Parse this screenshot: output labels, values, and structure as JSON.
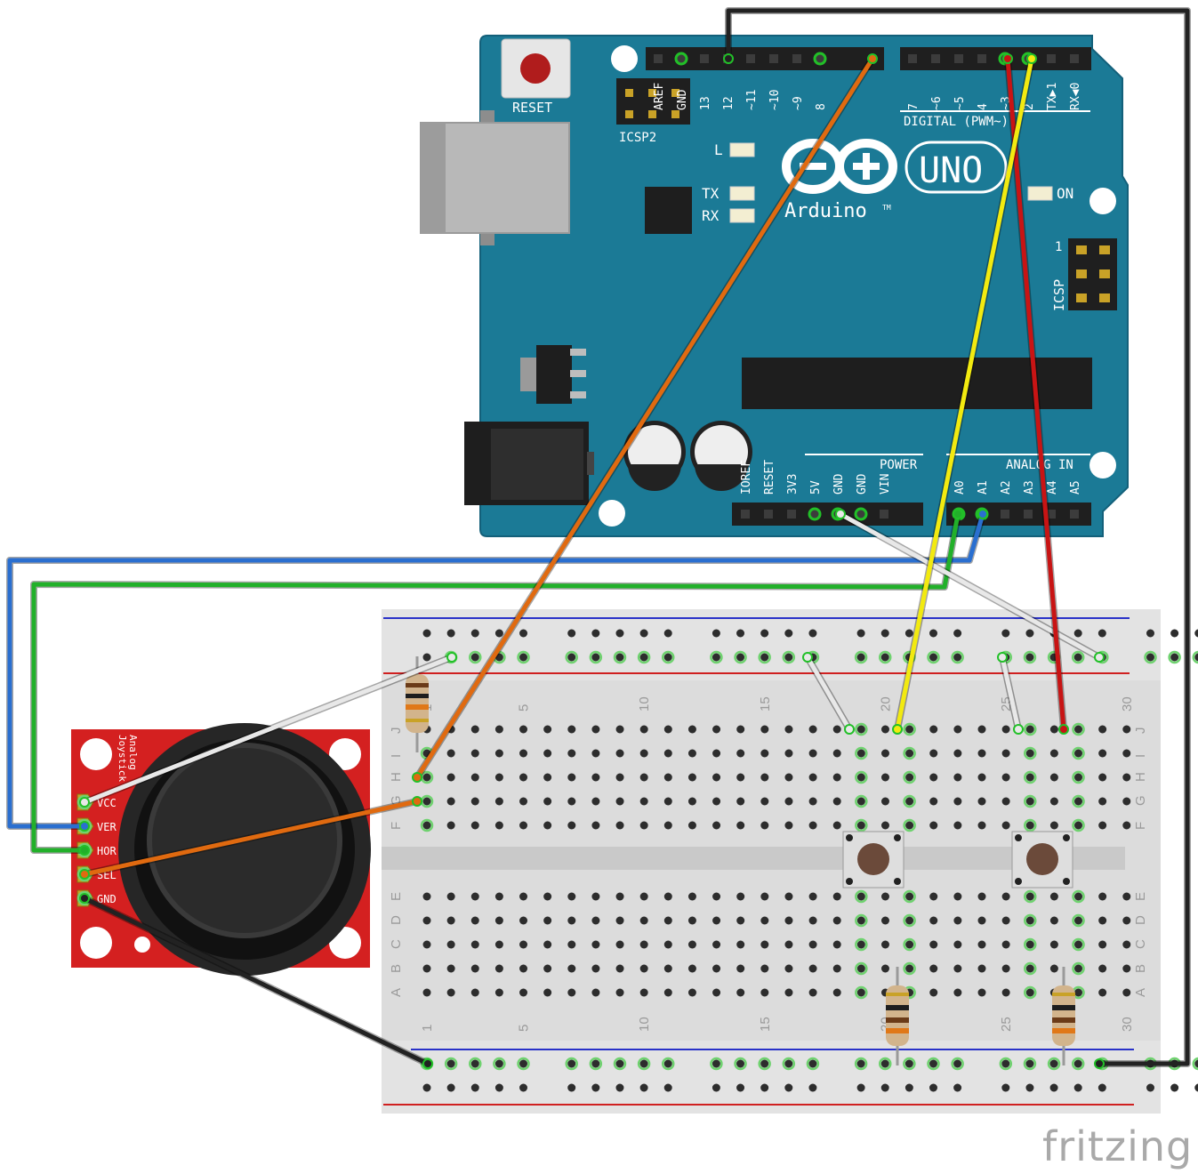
{
  "arduino": {
    "reset_label": "RESET",
    "icsp2_label": "ICSP2",
    "icsp_label": "ICSP",
    "icsp_pin1": "1",
    "brand": "Arduino",
    "tm": "TM",
    "model": "UNO",
    "led_l": "L",
    "led_tx": "TX",
    "led_rx": "RX",
    "led_on": "ON",
    "digital_label": "DIGITAL (PWM~)",
    "power_label": "POWER",
    "analog_label": "ANALOG IN",
    "header_top_left": [
      "AREF",
      "GND",
      "13",
      "12",
      "~11",
      "~10",
      "~9",
      "8"
    ],
    "header_top_right": [
      "7",
      "~6",
      "~5",
      "4",
      "~3",
      "2",
      "TX▶1",
      "RX◀0"
    ],
    "header_power": [
      "IOREF",
      "RESET",
      "3V3",
      "5V",
      "GND",
      "GND",
      "VIN"
    ],
    "header_analog": [
      "A0",
      "A1",
      "A2",
      "A3",
      "A4",
      "A5"
    ],
    "board_color": "#1b7a96"
  },
  "joystick": {
    "title_line1": "Analog",
    "title_line2": "Joystick",
    "pins": [
      "VCC",
      "VER",
      "HOR",
      "SEL",
      "GND"
    ],
    "board_color": "#d42020"
  },
  "breadboard": {
    "row_letters_top": [
      "J",
      "I",
      "H",
      "G",
      "F"
    ],
    "row_letters_bottom": [
      "E",
      "D",
      "C",
      "B",
      "A"
    ],
    "col_numbers": [
      "1",
      "5",
      "10",
      "15",
      "20",
      "25",
      "30"
    ]
  },
  "wires": [
    {
      "name": "gnd-wire",
      "color": "#222222"
    },
    {
      "name": "sel-wire",
      "color": "#e06a10"
    },
    {
      "name": "vcc-wire",
      "color": "#e8e8e8"
    },
    {
      "name": "ver-wire",
      "color": "#2a6fd0"
    },
    {
      "name": "hor-wire",
      "color": "#22b02a"
    },
    {
      "name": "pin3-wire",
      "color": "#c81414"
    },
    {
      "name": "pin2-wire",
      "color": "#f2ea10"
    }
  ],
  "watermark": "fritzing"
}
